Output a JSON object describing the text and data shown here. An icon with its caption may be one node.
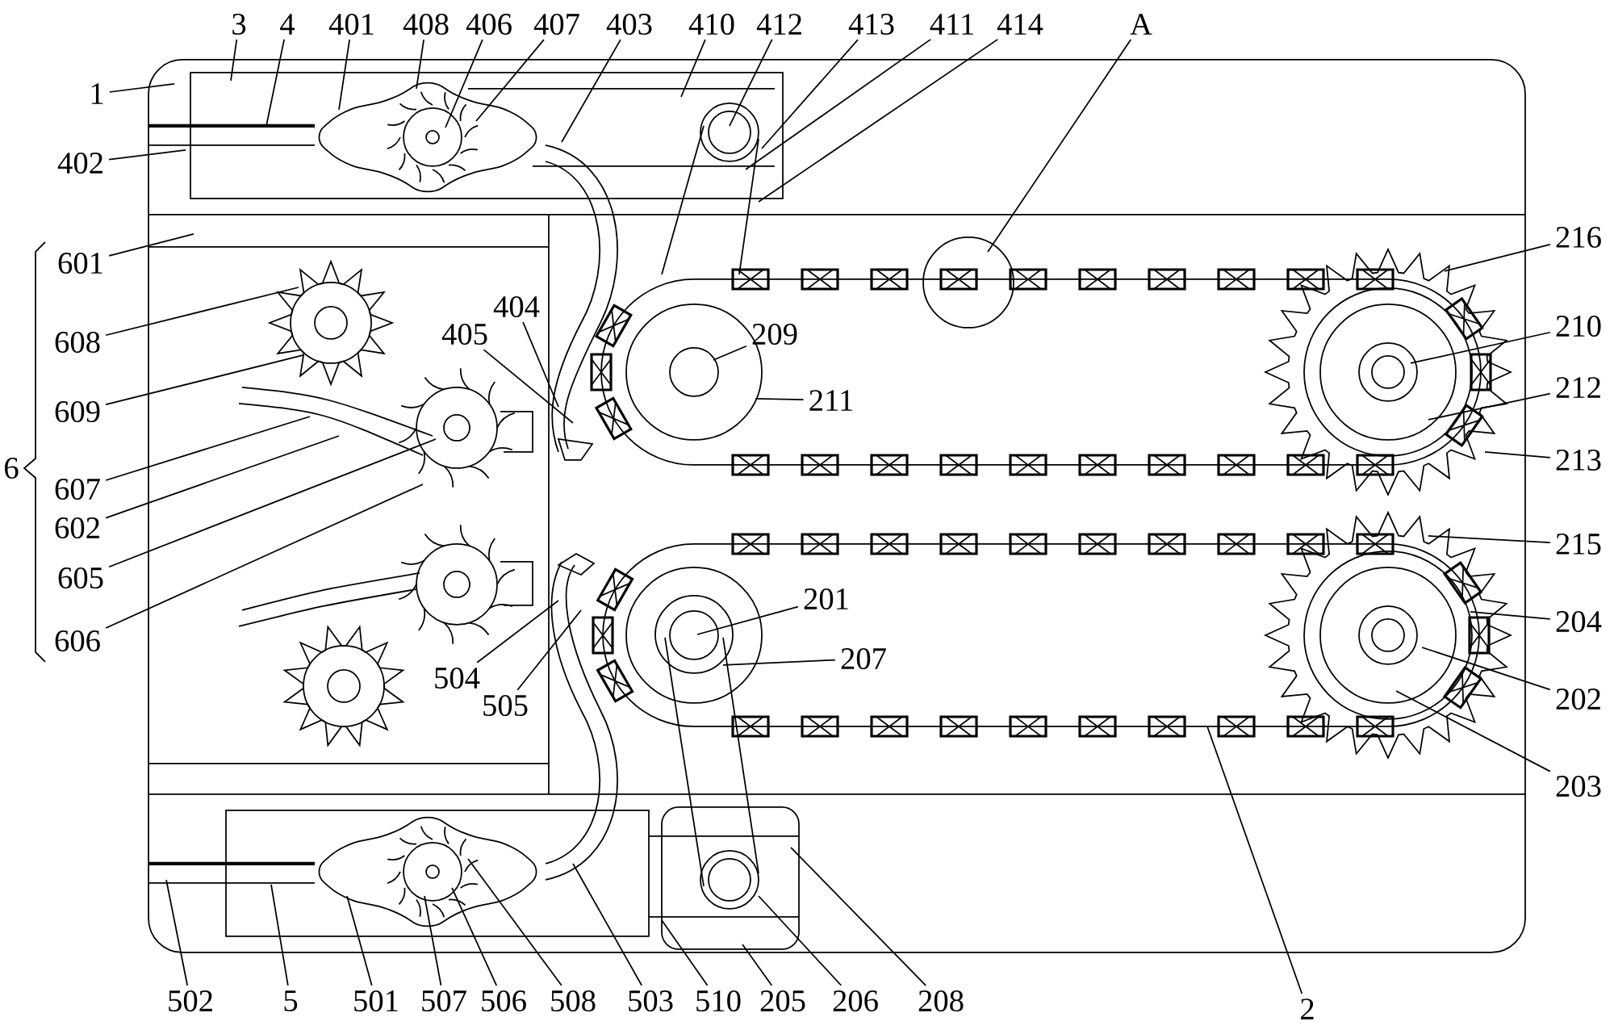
{
  "diagram": {
    "nodes": [
      {
        "text": [
          "1"
        ]
      },
      {
        "text": [
          "3"
        ]
      },
      {
        "text": [
          "4"
        ]
      },
      {
        "text": [
          "401"
        ]
      },
      {
        "text": [
          "408"
        ]
      },
      {
        "text": [
          "406"
        ]
      },
      {
        "text": [
          "407"
        ]
      },
      {
        "text": [
          "403"
        ]
      },
      {
        "text": [
          "410"
        ]
      },
      {
        "text": [
          "412"
        ]
      },
      {
        "text": [
          "413"
        ]
      },
      {
        "text": [
          "411"
        ]
      },
      {
        "text": [
          "414"
        ]
      },
      {
        "text": [
          "A"
        ]
      },
      {
        "text": [
          "402"
        ]
      },
      {
        "text": [
          "601"
        ]
      },
      {
        "text": [
          "608"
        ]
      },
      {
        "text": [
          "609"
        ]
      },
      {
        "text": [
          "404"
        ]
      },
      {
        "text": [
          "405"
        ]
      },
      {
        "text": [
          "209"
        ]
      },
      {
        "text": [
          "211"
        ]
      },
      {
        "text": [
          "216"
        ]
      },
      {
        "text": [
          "210"
        ]
      },
      {
        "text": [
          "212"
        ]
      },
      {
        "text": [
          "213"
        ]
      },
      {
        "text": [
          "607"
        ]
      },
      {
        "text": [
          "602"
        ]
      },
      {
        "text": [
          "605"
        ]
      },
      {
        "text": [
          "606"
        ]
      },
      {
        "text": [
          "215"
        ]
      },
      {
        "text": [
          "204"
        ]
      },
      {
        "text": [
          "201"
        ]
      },
      {
        "text": [
          "207"
        ]
      },
      {
        "text": [
          "504"
        ]
      },
      {
        "text": [
          "505"
        ]
      },
      {
        "text": [
          "202"
        ]
      },
      {
        "text": [
          "203"
        ]
      },
      {
        "text": [
          "502"
        ]
      },
      {
        "text": [
          "5"
        ]
      },
      {
        "text": [
          "501"
        ]
      },
      {
        "text": [
          "507"
        ]
      },
      {
        "text": [
          "506"
        ]
      },
      {
        "text": [
          "508"
        ]
      },
      {
        "text": [
          "503"
        ]
      },
      {
        "text": [
          "510"
        ]
      },
      {
        "text": [
          "205"
        ]
      },
      {
        "text": [
          "206"
        ]
      },
      {
        "text": [
          "208"
        ]
      },
      {
        "text": [
          "2"
        ]
      }
    ],
    "edges": [
      {
        "from": 0,
        "to": null,
        "arrow": "none"
      },
      {
        "from": 1,
        "to": null,
        "arrow": "none"
      },
      {
        "from": 2,
        "to": null,
        "arrow": "none"
      },
      {
        "from": 3,
        "to": null,
        "arrow": "none"
      },
      {
        "from": 4,
        "to": null,
        "arrow": "none"
      },
      {
        "from": 5,
        "to": null,
        "arrow": "none"
      },
      {
        "from": 6,
        "to": null,
        "arrow": "none"
      },
      {
        "from": 7,
        "to": null,
        "arrow": "none"
      },
      {
        "from": 8,
        "to": null,
        "arrow": "none"
      },
      {
        "from": 9,
        "to": null,
        "arrow": "none"
      },
      {
        "from": 10,
        "to": null,
        "arrow": "none"
      },
      {
        "from": 11,
        "to": null,
        "arrow": "none"
      },
      {
        "from": 12,
        "to": null,
        "arrow": "none"
      },
      {
        "from": 13,
        "to": null,
        "arrow": "none"
      },
      {
        "from": 14,
        "to": null,
        "arrow": "none"
      },
      {
        "from": 15,
        "to": null,
        "arrow": "none"
      },
      {
        "from": 16,
        "to": null,
        "arrow": "none"
      },
      {
        "from": 17,
        "to": null,
        "arrow": "none"
      },
      {
        "from": 18,
        "to": null,
        "arrow": "none"
      },
      {
        "from": 19,
        "to": null,
        "arrow": "none"
      },
      {
        "from": 20,
        "to": null,
        "arrow": "none"
      },
      {
        "from": 21,
        "to": null,
        "arrow": "none"
      },
      {
        "from": 22,
        "to": null,
        "arrow": "none"
      },
      {
        "from": 23,
        "to": null,
        "arrow": "none"
      },
      {
        "from": 24,
        "to": null,
        "arrow": "none"
      },
      {
        "from": 25,
        "to": null,
        "arrow": "none"
      },
      {
        "from": 26,
        "to": null,
        "arrow": "none"
      },
      {
        "from": 27,
        "to": null,
        "arrow": "none"
      },
      {
        "from": 28,
        "to": null,
        "arrow": "none"
      },
      {
        "from": 29,
        "to": null,
        "arrow": "none"
      },
      {
        "from": 30,
        "to": null,
        "arrow": "none"
      },
      {
        "from": 31,
        "to": null,
        "arrow": "none"
      },
      {
        "from": 32,
        "to": null,
        "arrow": "none"
      },
      {
        "from": 33,
        "to": null,
        "arrow": "none"
      },
      {
        "from": 34,
        "to": null,
        "arrow": "none"
      },
      {
        "from": 35,
        "to": null,
        "arrow": "none"
      },
      {
        "from": 36,
        "to": null,
        "arrow": "none"
      },
      {
        "from": 37,
        "to": null,
        "arrow": "none"
      },
      {
        "from": 38,
        "to": null,
        "arrow": "none"
      },
      {
        "from": 39,
        "to": null,
        "arrow": "none"
      },
      {
        "from": 40,
        "to": null,
        "arrow": "none"
      },
      {
        "from": 41,
        "to": null,
        "arrow": "none"
      },
      {
        "from": 42,
        "to": null,
        "arrow": "none"
      },
      {
        "from": 43,
        "to": null,
        "arrow": "none"
      },
      {
        "from": 44,
        "to": null,
        "arrow": "none"
      },
      {
        "from": 45,
        "to": null,
        "arrow": "none"
      },
      {
        "from": 46,
        "to": null,
        "arrow": "none"
      },
      {
        "from": 47,
        "to": null,
        "arrow": "none"
      },
      {
        "from": 48,
        "to": null,
        "arrow": "none"
      },
      {
        "from": 49,
        "to": null,
        "arrow": "none"
      }
    ],
    "labels": [
      "6"
    ]
  }
}
